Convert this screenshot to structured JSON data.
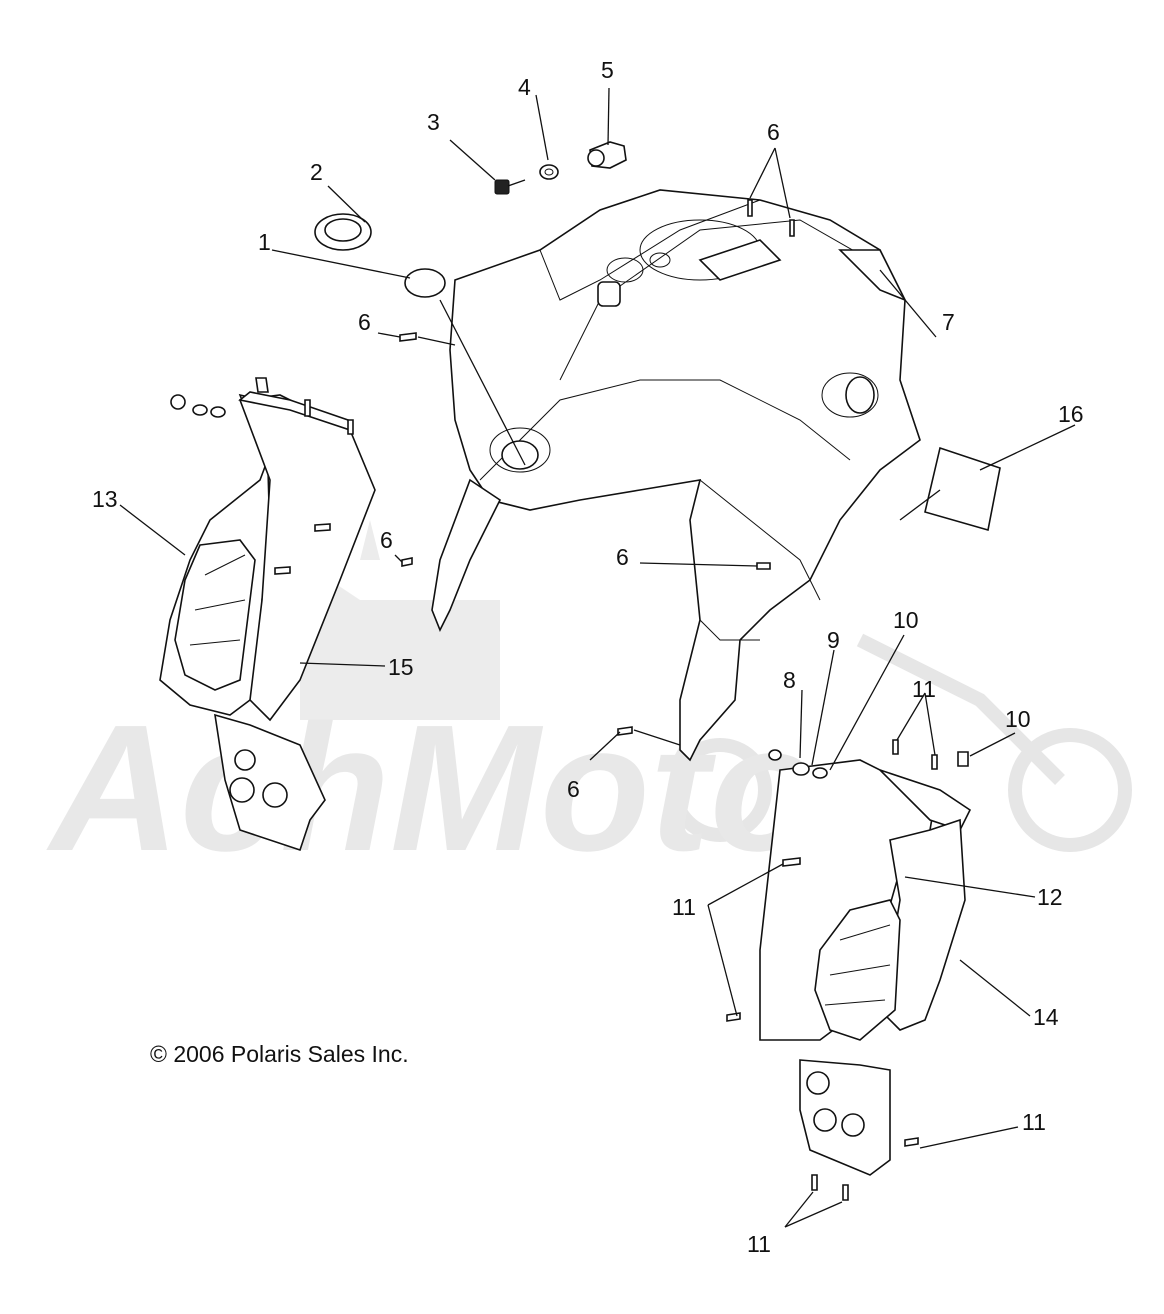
{
  "copyright": "© 2006 Polaris Sales Inc.",
  "watermark": "AchMoto",
  "callouts": {
    "c1": "1",
    "c2": "2",
    "c3": "3",
    "c4": "4",
    "c5": "5",
    "c6a": "6",
    "c6b": "6",
    "c6c": "6",
    "c6d": "6",
    "c6e": "6",
    "c7": "7",
    "c8": "8",
    "c9": "9",
    "c10a": "10",
    "c10b": "10",
    "c11a": "11",
    "c11b": "11",
    "c11c": "11",
    "c11d": "11",
    "c12": "12",
    "c13": "13",
    "c14": "14",
    "c15": "15",
    "c16": "16"
  }
}
